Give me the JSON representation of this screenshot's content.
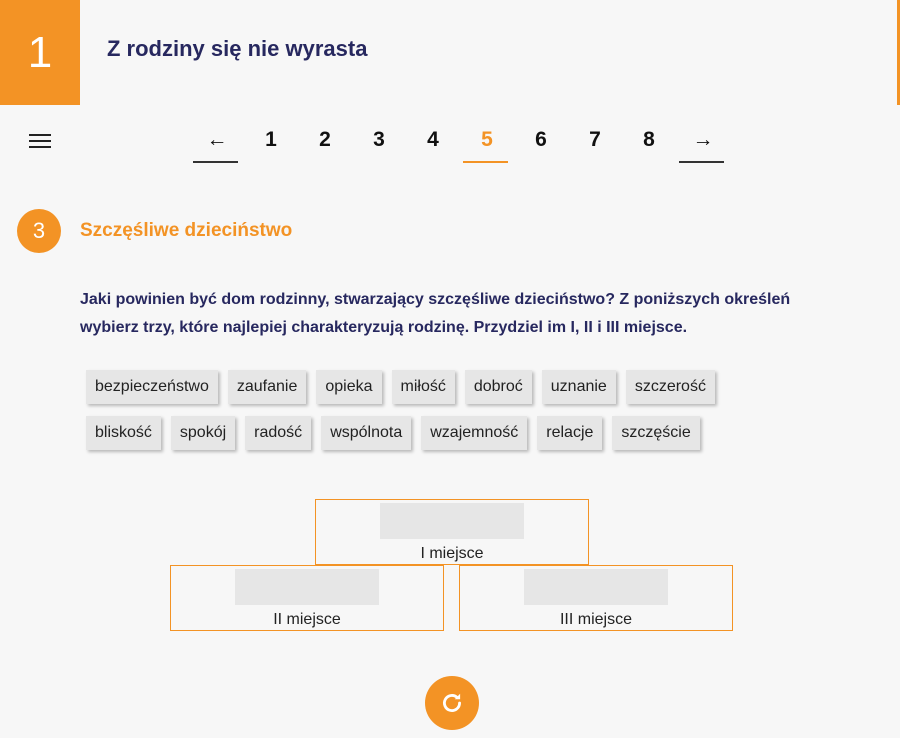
{
  "header": {
    "number": "1",
    "title": "Z rodziny się nie wyrasta"
  },
  "nav": {
    "prev": "←",
    "next": "→",
    "pages": [
      "1",
      "2",
      "3",
      "4",
      "5",
      "6",
      "7",
      "8"
    ],
    "current": "5"
  },
  "section": {
    "number": "3",
    "title": "Szczęśliwe dzieciństwo"
  },
  "question": "Jaki powinien być dom rodzinny, stwarzający szczęśliwe dzieciństwo? Z poniższych określeń wybierz trzy, które najlepiej charakteryzują rodzinę. Przydziel im I, II i III miejsce.",
  "chips_row1": [
    "bezpieczeństwo",
    "zaufanie",
    "opieka",
    "miłość",
    "dobroć",
    "uznanie",
    "szczerość"
  ],
  "chips_row2": [
    "bliskość",
    "spokój",
    "radość",
    "wspólnota",
    "wzajemność",
    "relacje",
    "szczęście"
  ],
  "places": {
    "first": "I miejsce",
    "second": "II miejsce",
    "third": "III miejsce"
  },
  "colors": {
    "accent": "#f39325",
    "navy": "#27285f"
  }
}
